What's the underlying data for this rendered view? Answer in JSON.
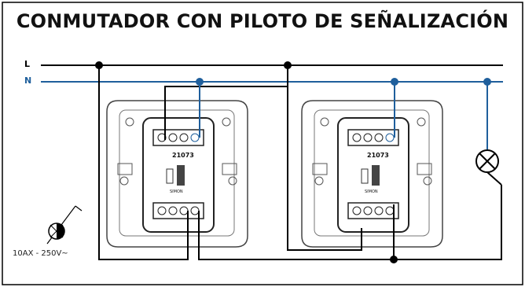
{
  "title": "CONMUTADOR CON PILOTO DE SEÑALIZACIÓN",
  "lines": {
    "live": {
      "label": "L",
      "color": "#000000"
    },
    "neutral": {
      "label": "N",
      "color": "#1f5f9c"
    }
  },
  "devices": [
    {
      "model": "21073",
      "brand": "SIMON"
    },
    {
      "model": "21073",
      "brand": "SIMON"
    }
  ],
  "symbol": {
    "rating": "10AX - 250V~"
  },
  "colors": {
    "wire_blue": "#1f5f9c",
    "wire_black": "#000000",
    "device_gray": "#7a7a7a"
  }
}
